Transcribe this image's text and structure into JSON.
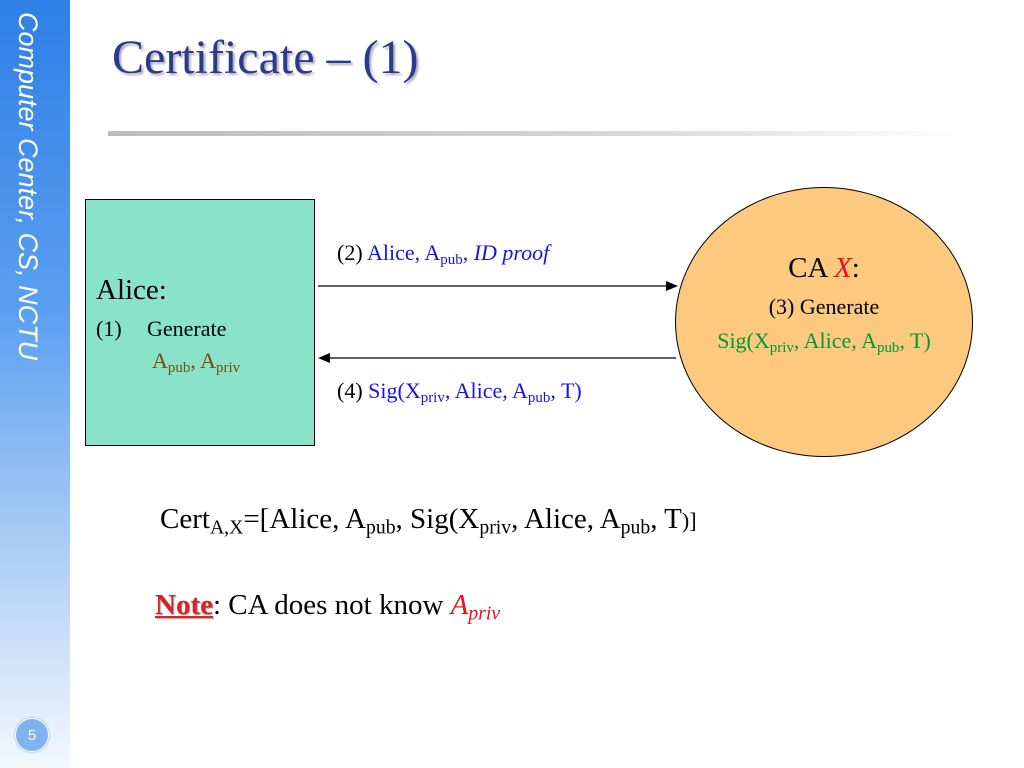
{
  "sidebar": {
    "text": "Computer Center, CS, NCTU"
  },
  "page_number": "5",
  "title": "Certificate – (1)",
  "alice": {
    "label": "Alice:",
    "step_num": "(1)",
    "step_text": "Generate",
    "key_pub_base": "A",
    "key_pub_sub": "pub",
    "key_sep": ", ",
    "key_priv_base": "A",
    "key_priv_sub": "priv"
  },
  "message2": {
    "num": "(2)",
    "text_a": "Alice, A",
    "sub": "pub",
    "sep": ", ",
    "proof": "ID proof"
  },
  "message4": {
    "num": "(4)",
    "p1": "Sig(X",
    "s1": "priv",
    "p2": ", Alice, A",
    "s2": "pub",
    "p3": ", T)"
  },
  "ca": {
    "label_a": "CA",
    "label_x": "X",
    "label_colon": ":",
    "step": "(3) Generate",
    "p1": "Sig(X",
    "s1": "priv",
    "p2": ", Alice, A",
    "s2": "pub",
    "p3": ", T)"
  },
  "cert": {
    "p1": "Cert",
    "s1": "A,X",
    "p2": "=[Alice, A",
    "s2": "pub",
    "p3": ", Sig(X",
    "s3": "priv",
    "p4": ", Alice, A",
    "s4": "pub",
    "p5": ", T",
    "p6": ")]"
  },
  "note": {
    "word": "Note",
    "text": ": CA does not know ",
    "a": "A",
    "a_sub": "priv"
  },
  "colors": {
    "title": "#2a3b8f",
    "alice_box": "#88e3c9",
    "ca_circle": "#fcc97e",
    "blue_text": "#1515e8",
    "red_text": "#e8101a",
    "green_text": "#009933",
    "brown_text": "#7a4a10"
  }
}
